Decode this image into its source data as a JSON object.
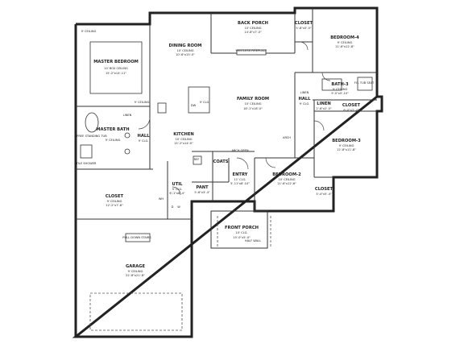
{
  "rooms": {
    "back_porch": {
      "name": "BACK PORCH",
      "ceiling": "10' CEILING",
      "dims": "14'-8\"x7'-0\""
    },
    "dining": {
      "name": "DINING ROOM",
      "ceiling": "10' CEILING",
      "dims": "10'-6\"x15'-0\""
    },
    "master_bedroom": {
      "name": "MASTER BEDROOM",
      "ceiling": "10' BOX CEILING",
      "dims": "15'-2\"x14'-11\""
    },
    "family": {
      "name": "FAMILY ROOM",
      "ceiling": "10' CEILING",
      "dims": "18'-1\"x18'-0\""
    },
    "kitchen": {
      "name": "KITCHEN",
      "ceiling": "10' CEILING",
      "dims": "15'-2\"x14'-0\""
    },
    "master_bath": {
      "name": "MASTER BATH",
      "ceiling": "9' CEILING"
    },
    "hall_left": {
      "name": "HALL",
      "ceiling": "9' CLG."
    },
    "hall_right": {
      "name": "HALL",
      "ceiling": "9' CLG."
    },
    "closet_master": {
      "name": "CLOSET",
      "ceiling": "9' CEILING",
      "dims": "12'-2\"x7'-8\""
    },
    "utility": {
      "name": "UTIL",
      "ceiling": "9' CLG.",
      "dims": "6'-1\"x8'-4\""
    },
    "pantry": {
      "name": "PANT",
      "dims": "5'-6\"x3'-4\""
    },
    "coats": {
      "name": "COATS"
    },
    "entry": {
      "name": "ENTRY",
      "ceiling": "11' CLG.",
      "dims": "5'-11\"x8'-10\""
    },
    "bedroom2": {
      "name": "BEDROOM-2",
      "ceiling": "10' CEILING",
      "dims": "11'-6\"x12'-6\""
    },
    "bedroom3": {
      "name": "BEDROOM-3",
      "ceiling": "9' CEILING",
      "dims": "12'-8\"x11'-8\""
    },
    "bedroom4": {
      "name": "BEDROOM-4",
      "ceiling": "9' CEILING",
      "dims": "11'-6\"x12'-8\""
    },
    "bath3": {
      "name": "BATH-3",
      "ceiling": "9' CEILING",
      "dims": "9'-0\"x5'-10\""
    },
    "closet_b4": {
      "name": "CLOSET",
      "dims": "5'-8\"x5'-0\""
    },
    "closet_hall": {
      "name": "CLOSET",
      "dims": "6'-0\"x2'-4\""
    },
    "closet_b2": {
      "name": "CLOSET",
      "dims": "5'-4\"x5'-4\""
    },
    "linen": {
      "name": "LINEN",
      "dims": "2'-6\"x2'-0\""
    },
    "front_porch": {
      "name": "FRONT PORCH",
      "ceiling": "10' CLG.",
      "dims": "15'-0\"x5'-0\""
    },
    "garage": {
      "name": "GARAGE",
      "ceiling": "9' CEILING",
      "dims": "22'-8\"x21'-8\""
    }
  },
  "notes": {
    "top_left_ceiling": "9' CEILING",
    "master_hall_ceiling": "9' CEILING",
    "fireplace": "VENTLESS FIREPLACE",
    "island_clg": "9' CLG.",
    "dw": "DW",
    "ref": "REF",
    "linen_left": "LINEN",
    "linen_right": "LINEN",
    "free_standing_tub": "FREE STANDING TUB",
    "tile_shower": "TILE SHOWER",
    "arch_family": "ARCH OPEN",
    "arch_hall": "ARCH",
    "half_wall": "HALF WALL",
    "pull_down_stairs": "PULL DOWN STAIRS",
    "fg_seat": "FG. TUB SEAT",
    "wh": "WH",
    "dryer": "D",
    "washer": "W"
  }
}
